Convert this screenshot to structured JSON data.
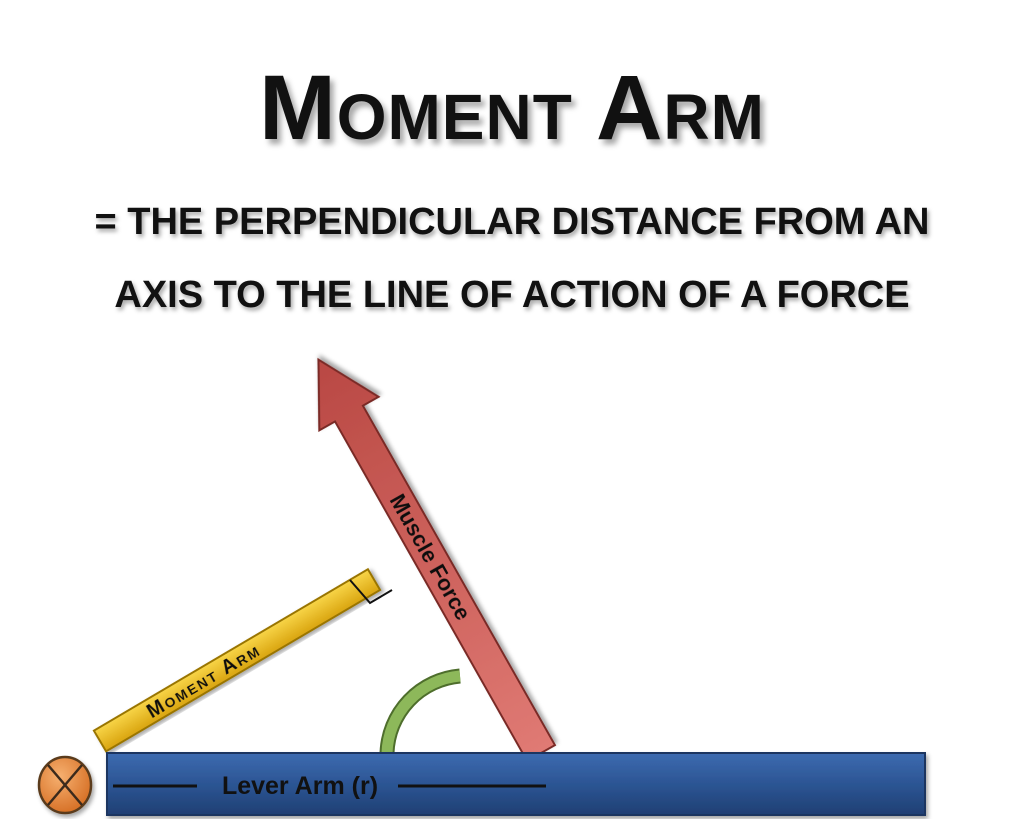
{
  "header": {
    "title": "Moment Arm",
    "definition_line1": "= THE  PERPENDICULAR DISTANCE FROM AN",
    "definition_line2": "AXIS TO THE LINE OF ACTION OF A FORCE"
  },
  "diagram": {
    "labels": {
      "muscle_force": "Muscle Force",
      "moment_arm": "Moment Arm",
      "lever_arm": "Lever Arm (r)"
    },
    "icons": {
      "axis": "axis-of-rotation-icon",
      "right_angle": "right-angle-icon",
      "angle_arc": "angle-arc-icon"
    },
    "colors": {
      "muscle_force": "#d05a55",
      "moment_arm": "#f2c21b",
      "lever_arm": "#2c5594",
      "axis": "#e8893a",
      "angle_arc": "#8db85a"
    }
  }
}
